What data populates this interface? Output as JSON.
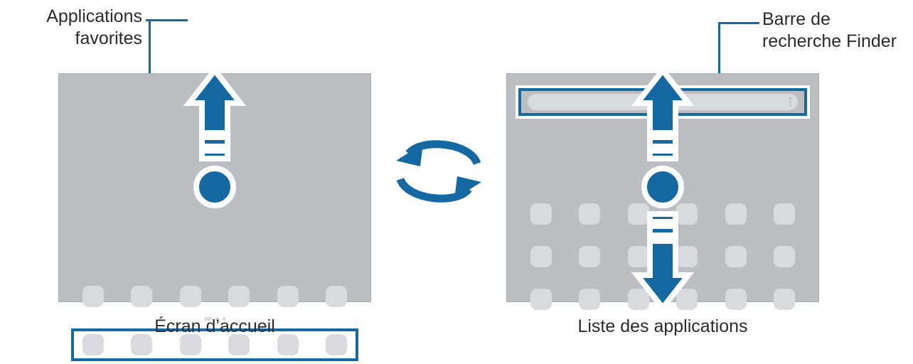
{
  "colors": {
    "accent_blue": "#1469a3",
    "panel_gray": "#bcbec2",
    "icon_gray": "#d8dadd",
    "text_dark": "#2b2b2b",
    "outline_white": "#ffffff"
  },
  "callouts": {
    "left": {
      "label": "Applications\nfavorites",
      "target": "dock-highlight"
    },
    "right": {
      "label": "Barre de\nrecherche Finder",
      "target": "finder-search-bar"
    }
  },
  "panels": {
    "home": {
      "caption": "Écran d’accueil",
      "app_row_count": 6,
      "dock_icon_count": 6,
      "page_indicator": {
        "pages": 3,
        "active_index": 0
      },
      "gesture": {
        "type": "swipe-up",
        "touch_point": "circle",
        "arrow_direction": "up",
        "segments": 2
      }
    },
    "apps": {
      "caption": "Liste des applications",
      "grid_rows": 3,
      "grid_columns": 6,
      "search_bar": {
        "placeholder": "",
        "menu_icon": "kebab-menu-icon"
      },
      "gesture": {
        "type": "swipe-up-and-down",
        "touch_point": "circle",
        "arrow_direction": "bidirectional",
        "segments": 2
      }
    }
  },
  "transition": {
    "icon": "sync-arrows-icon",
    "meaning": "two-way navigation between home screen and apps list"
  }
}
